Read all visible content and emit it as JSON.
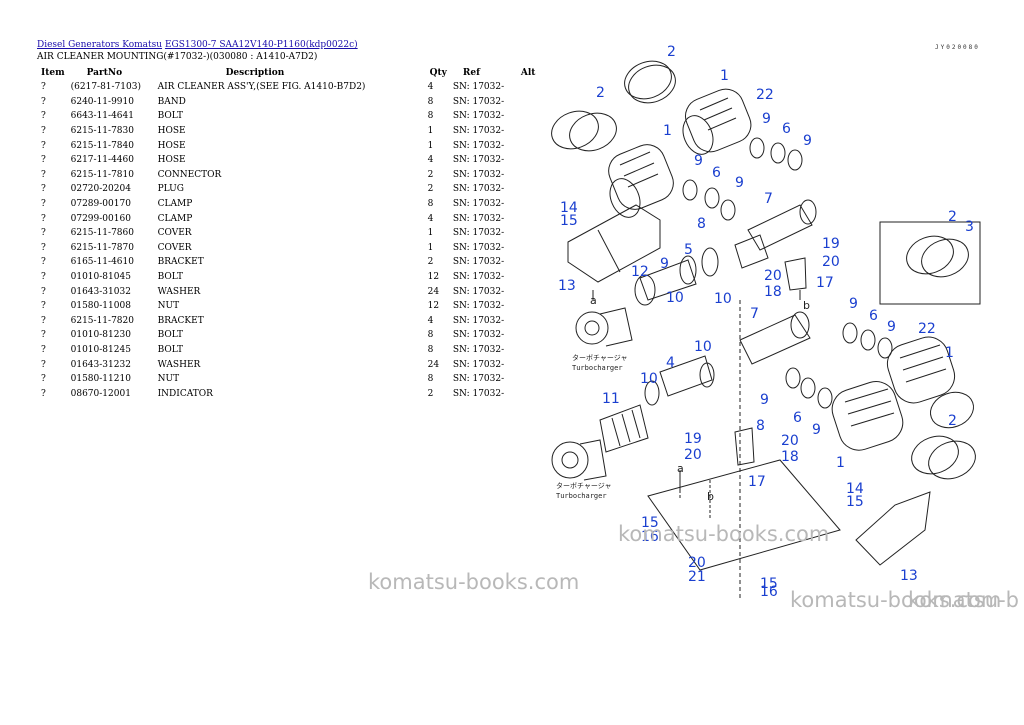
{
  "breadcrumb": {
    "link1": "Diesel Generators Komatsu",
    "link2": "EGS1300-7 SAA12V140-P1160(kdp0022c)"
  },
  "subtitle": "AIR CLEANER MOUNTING(#17032-)(030080 : A1410-A7D2)",
  "table": {
    "headers": [
      "Item",
      "PartNo",
      "Description",
      "Qty",
      "Ref",
      "Alt"
    ],
    "rows": [
      [
        "?",
        "(6217-81-7103)",
        "AIR CLEANER ASS'Y,(SEE FIG. A1410-B7D2)",
        "4",
        "SN: 17032-",
        ""
      ],
      [
        "?",
        "6240-11-9910",
        "BAND",
        "8",
        "SN: 17032-",
        ""
      ],
      [
        "?",
        "6643-11-4641",
        "BOLT",
        "8",
        "SN: 17032-",
        ""
      ],
      [
        "?",
        "6215-11-7830",
        "HOSE",
        "1",
        "SN: 17032-",
        ""
      ],
      [
        "?",
        "6215-11-7840",
        "HOSE",
        "1",
        "SN: 17032-",
        ""
      ],
      [
        "?",
        "6217-11-4460",
        "HOSE",
        "4",
        "SN: 17032-",
        ""
      ],
      [
        "?",
        "6215-11-7810",
        "CONNECTOR",
        "2",
        "SN: 17032-",
        ""
      ],
      [
        "?",
        "02720-20204",
        "PLUG",
        "2",
        "SN: 17032-",
        ""
      ],
      [
        "?",
        "07289-00170",
        "CLAMP",
        "8",
        "SN: 17032-",
        ""
      ],
      [
        "?",
        "07299-00160",
        "CLAMP",
        "4",
        "SN: 17032-",
        ""
      ],
      [
        "?",
        "6215-11-7860",
        "COVER",
        "1",
        "SN: 17032-",
        ""
      ],
      [
        "?",
        "6215-11-7870",
        "COVER",
        "1",
        "SN: 17032-",
        ""
      ],
      [
        "?",
        "6165-11-4610",
        "BRACKET",
        "2",
        "SN: 17032-",
        ""
      ],
      [
        "?",
        "01010-81045",
        "BOLT",
        "12",
        "SN: 17032-",
        ""
      ],
      [
        "?",
        "01643-31032",
        "WASHER",
        "24",
        "SN: 17032-",
        ""
      ],
      [
        "?",
        "01580-11008",
        "NUT",
        "12",
        "SN: 17032-",
        ""
      ],
      [
        "?",
        "6215-11-7820",
        "BRACKET",
        "4",
        "SN: 17032-",
        ""
      ],
      [
        "?",
        "01010-81230",
        "BOLT",
        "8",
        "SN: 17032-",
        ""
      ],
      [
        "?",
        "01010-81245",
        "BOLT",
        "8",
        "SN: 17032-",
        ""
      ],
      [
        "?",
        "01643-31232",
        "WASHER",
        "24",
        "SN: 17032-",
        ""
      ],
      [
        "?",
        "01580-11210",
        "NUT",
        "8",
        "SN: 17032-",
        ""
      ],
      [
        "?",
        "08670-12001",
        "INDICATOR",
        "2",
        "SN: 17032-",
        ""
      ]
    ]
  },
  "diagram": {
    "code": "JY020080",
    "callouts": [
      "1",
      "2",
      "3",
      "4",
      "5",
      "6",
      "7",
      "8",
      "9",
      "10",
      "11",
      "12",
      "13",
      "14",
      "15",
      "16",
      "17",
      "18",
      "19",
      "20",
      "21",
      "22",
      "a",
      "b"
    ],
    "turbo_label_jp": "ターボチャージャ",
    "turbo_label_en": "Turbocharger",
    "callout_color": "#1a3fcf"
  },
  "watermarks": {
    "left": "komatsu-books.com",
    "center": "komatsu-books.com",
    "right1": "komatsu-books.com",
    "right2": "komatsu-b"
  }
}
